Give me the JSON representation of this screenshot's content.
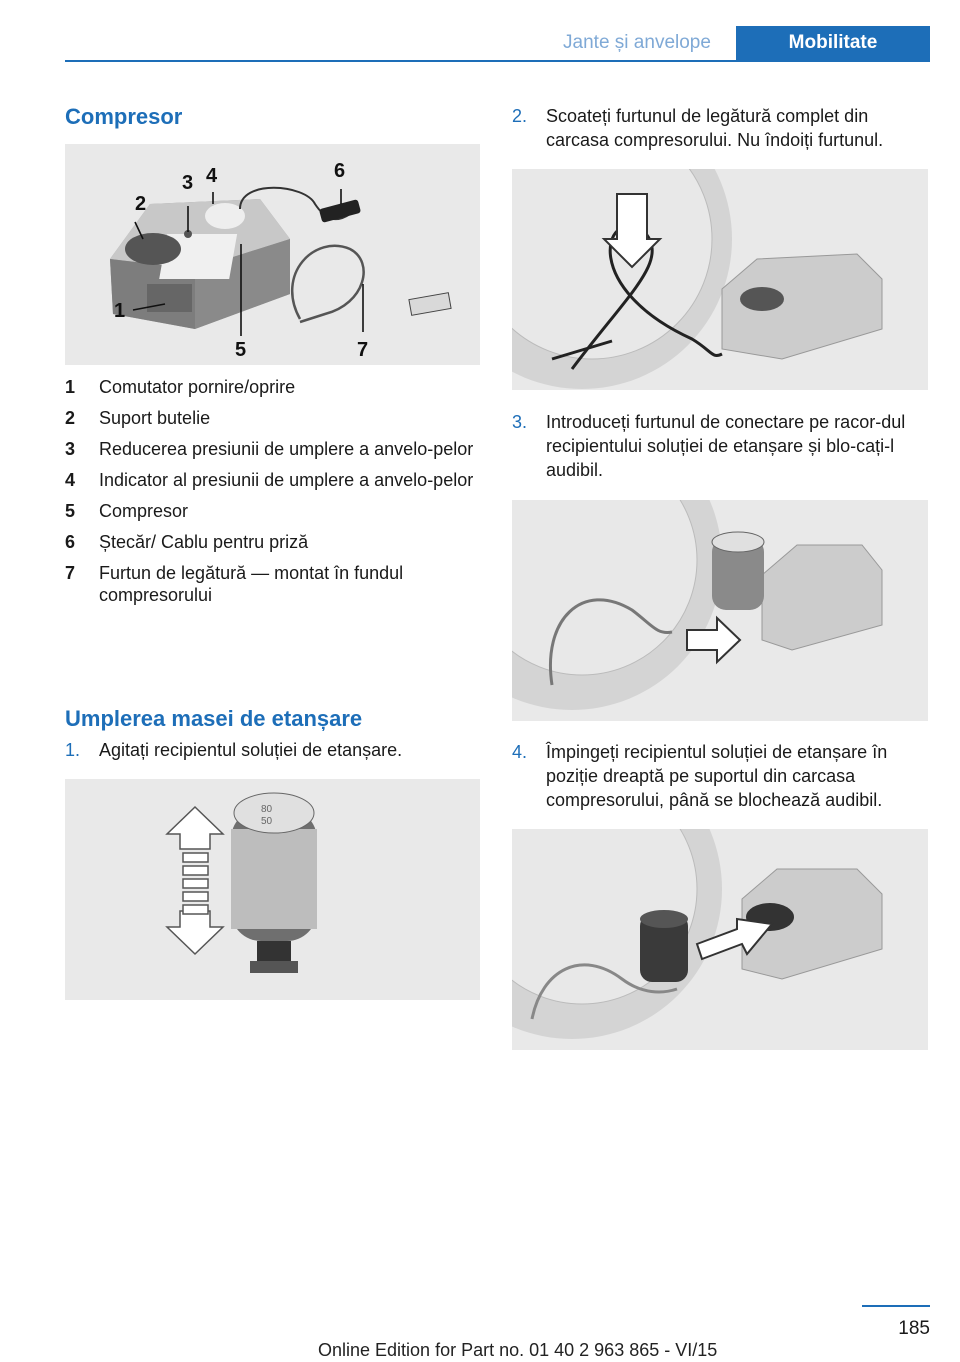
{
  "header": {
    "section": "Jante și anvelope",
    "chapter": "Mobilitate"
  },
  "left": {
    "title": "Compresor",
    "figure1_callouts": [
      "1",
      "2",
      "3",
      "4",
      "5",
      "6",
      "7"
    ],
    "legend": [
      {
        "num": "1",
        "text": "Comutator pornire/oprire"
      },
      {
        "num": "2",
        "text": "Suport butelie"
      },
      {
        "num": "3",
        "text": "Reducerea presiunii de umplere a anvelo‐pelor"
      },
      {
        "num": "4",
        "text": "Indicator al presiunii de umplere a anvelo‐pelor"
      },
      {
        "num": "5",
        "text": "Compresor"
      },
      {
        "num": "6",
        "text": "Ștecăr/ Cablu pentru priză"
      },
      {
        "num": "7",
        "text": "Furtun de legătură — montat în fundul compresorului"
      }
    ],
    "subtitle": "Umplerea masei de etanșare",
    "step1": {
      "n": "1.",
      "text": "Agitați recipientul soluției de etanșare."
    },
    "bottle_gauge": {
      "top": "80",
      "bottom": "50"
    }
  },
  "right": {
    "step2": {
      "n": "2.",
      "text": "Scoateți furtunul de legătură complet din carcasa compresorului. Nu îndoiți furtunul."
    },
    "step3": {
      "n": "3.",
      "text": "Introduceți furtunul de conectare pe racor‐dul recipientului soluției de etanșare și blo‐cați-l audibil."
    },
    "step4": {
      "n": "4.",
      "text": "Împingeți recipientul soluției de etanșare în poziție dreaptă pe suportul din carcasa compresorului, până se blochează audibil."
    }
  },
  "footer": {
    "page": "185",
    "edition": "Online Edition for Part no. 01 40 2 963 865 - VI/15"
  }
}
